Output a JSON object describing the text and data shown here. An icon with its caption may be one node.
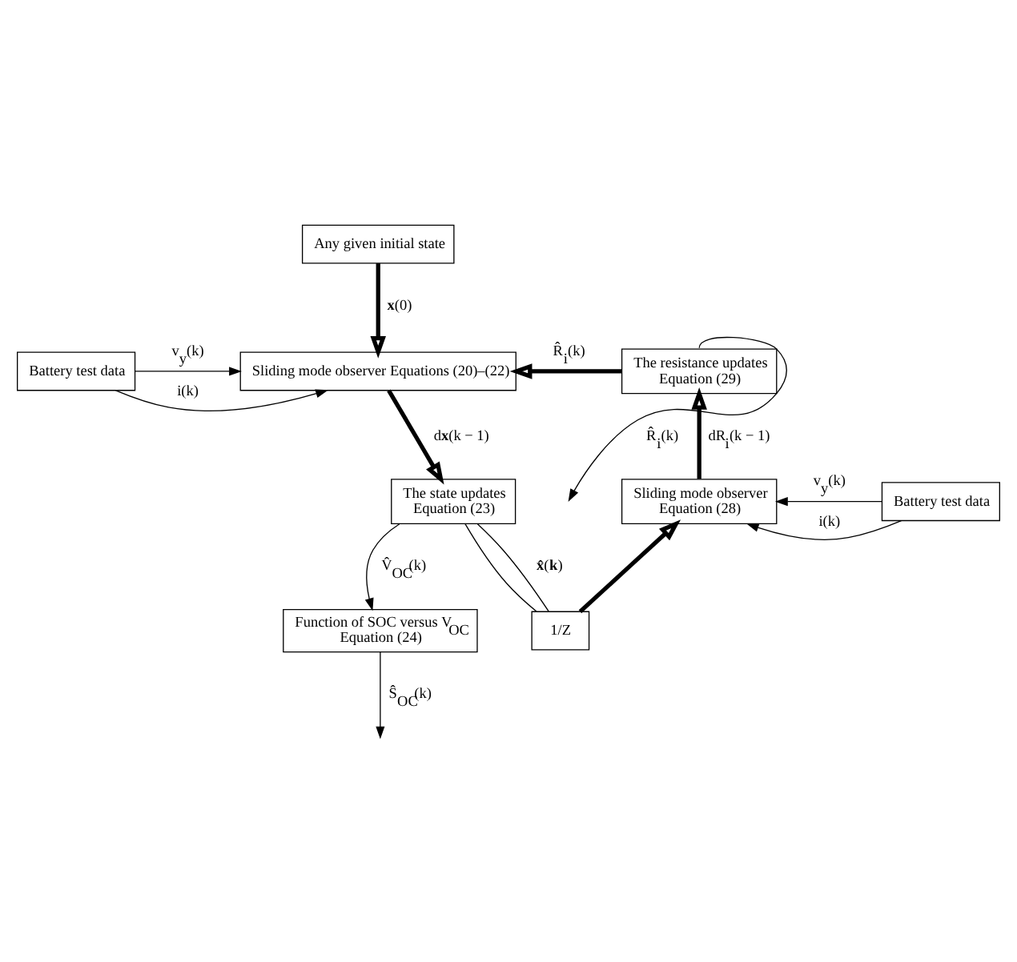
{
  "diagram": {
    "nodes": [
      {
        "text": [
          "Any given initial state"
        ]
      },
      {
        "text": [
          "Battery test data"
        ]
      },
      {
        "text": [
          "Sliding mode observer Equations (20)–(22)"
        ]
      },
      {
        "text": [
          "The resistance updates",
          "Equation (29)"
        ]
      },
      {
        "text": [
          "The state updates",
          "Equation (23)"
        ]
      },
      {
        "text": [
          "Sliding mode observer",
          "Equation (28)"
        ]
      },
      {
        "text": [
          "Battery test data"
        ]
      },
      {
        "text": [
          "1/Z"
        ]
      },
      {
        "text": [
          "Function of SOC versus V$_{OC}$",
          "Equation (24)"
        ]
      }
    ],
    "edges": [
      {
        "from": 0,
        "to": 2,
        "arrow": "to",
        "label": "**x**(0)",
        "style": "thick"
      },
      {
        "from": 1,
        "to": 2,
        "arrow": "to",
        "label": "v$_{y}$(k)"
      },
      {
        "from": 1,
        "to": 2,
        "arrow": "to",
        "label": "i(k)"
      },
      {
        "from": 3,
        "to": 2,
        "arrow": "to",
        "label": "R̂$_{i}$(k)",
        "style": "thick"
      },
      {
        "from": 3,
        "to": null,
        "arrow": "to",
        "label": "R̂$_{i}$(k)"
      },
      {
        "from": 2,
        "to": 4,
        "arrow": "to",
        "label": "d**x**(k − 1)",
        "style": "thick"
      },
      {
        "from": 5,
        "to": 3,
        "arrow": "to",
        "label": "dR$_{i}$(k − 1)",
        "style": "thick"
      },
      {
        "from": 6,
        "to": 5,
        "arrow": "to",
        "label": "v$_{y}$(k)"
      },
      {
        "from": 6,
        "to": 5,
        "arrow": "to",
        "label": "i(k)"
      },
      {
        "from": 4,
        "to": 7,
        "arrow": "none",
        "label": "**x̂**(**k**)"
      },
      {
        "from": 4,
        "to": 7,
        "arrow": "none"
      },
      {
        "from": 7,
        "to": 5,
        "arrow": "to",
        "style": "thick"
      },
      {
        "from": 4,
        "to": 8,
        "arrow": "to",
        "label": "V̂$_{OC}$(k)"
      },
      {
        "from": 8,
        "to": null,
        "arrow": "to",
        "label": "Ŝ$_{OC}$(k)"
      }
    ]
  }
}
